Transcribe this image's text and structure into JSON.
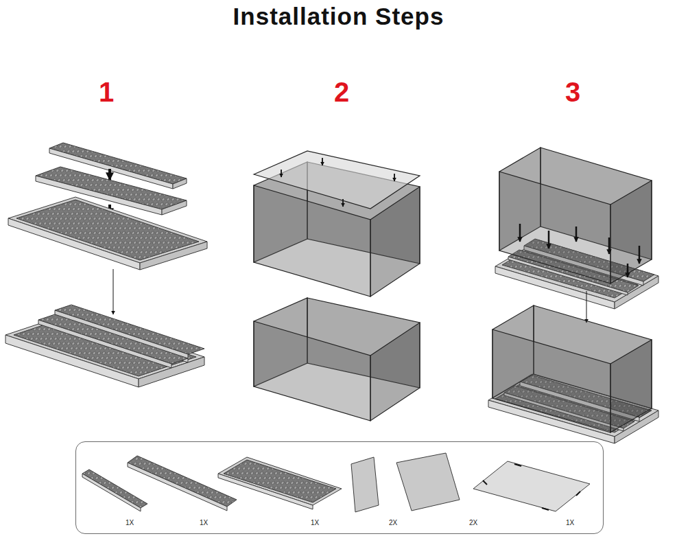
{
  "diagram": {
    "title": "Installation Steps",
    "nodes": [
      {
        "text": [
          "1X",
          "1X",
          "1X",
          "2X",
          "2X",
          "1X"
        ]
      }
    ],
    "labels": [
      "1",
      "2",
      "3"
    ]
  }
}
